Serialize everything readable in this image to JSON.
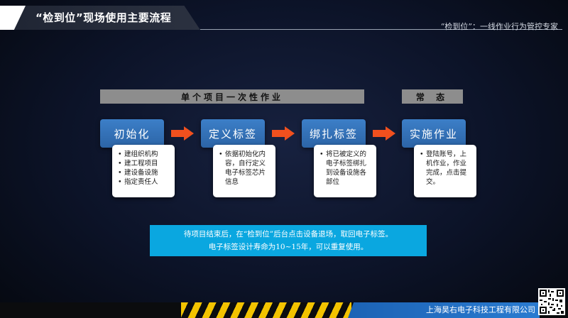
{
  "header": {
    "title": "“检到位”现场使用主要流程",
    "slogan": "“检到位”：一线作业行为管控专家"
  },
  "phases": {
    "single": "单个项目一次性作业",
    "normal": "常  态"
  },
  "steps": [
    {
      "title": "初始化",
      "lines": [
        "建组织机构",
        "建工程项目",
        "建设备设施",
        "指定责任人"
      ]
    },
    {
      "title": "定义标签",
      "lines": [
        "依据初始化内容，自行定义电子标签芯片信息"
      ]
    },
    {
      "title": "绑扎标签",
      "lines": [
        "将已被定义的电子标签绑扎到设备设施各部位"
      ]
    },
    {
      "title": "实施作业",
      "lines": [
        "登陆账号，上机作业，作业完成，点击提交。"
      ]
    }
  ],
  "info": {
    "line1": "待项目结束后，在“检到位”后台点击设备退场，取回电子标签。",
    "line2": "电子标签设计寿命为10~15年，可以重复使用。"
  },
  "footer": {
    "company": "上海昊右电子科技工程有限公司"
  },
  "colors": {
    "accent_blue": "#3c7fc8",
    "arrow_orange": "#f0501e",
    "info_cyan": "#0aa7e0",
    "stripe_yellow": "#f3c300"
  }
}
